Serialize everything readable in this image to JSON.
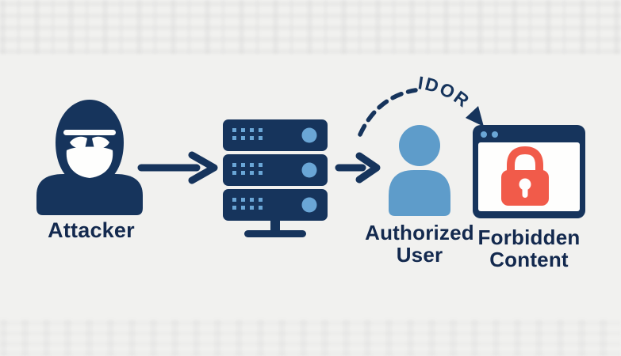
{
  "colors": {
    "background": "#F1F1EF",
    "navy": "#16345C",
    "text_navy": "#13294E",
    "blue": "#5E9CCA",
    "light_blue": "#6AA6D6",
    "red": "#F15B4A"
  },
  "nodes": [
    {
      "id": "attacker",
      "icon": "hooded-attacker-icon",
      "label": "Attacker"
    },
    {
      "id": "server",
      "icon": "server-stack-icon"
    },
    {
      "id": "authorized-user",
      "icon": "user-icon",
      "label_line1": "Authorized",
      "label_line2": "User"
    },
    {
      "id": "forbidden-content",
      "icon": "browser-locked-icon",
      "label_line1": "Forbidden",
      "label_line2": "Content"
    }
  ],
  "edges": [
    {
      "from": "attacker",
      "to": "server",
      "type": "solid-arrow"
    },
    {
      "from": "server",
      "to": "authorized-user",
      "type": "solid-arrow"
    },
    {
      "from": "authorized-user",
      "to": "forbidden-content",
      "type": "dashed-arc-arrow",
      "label": "IDOR"
    }
  ]
}
